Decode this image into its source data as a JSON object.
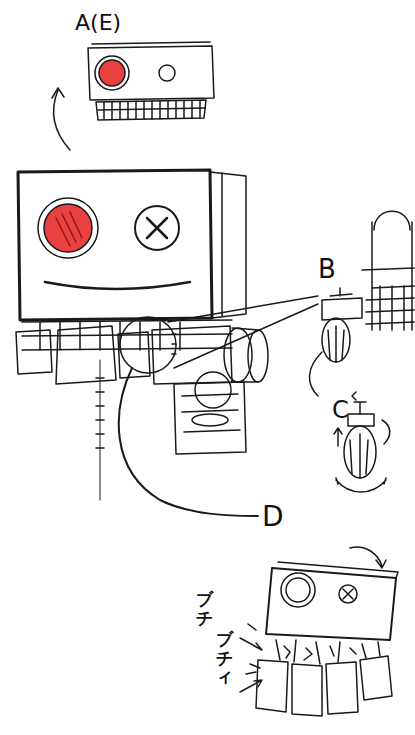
{
  "diagram": {
    "labels": [
      "A(E)",
      "B",
      "C",
      "D",
      "ブチ",
      "ブチィ"
    ]
  }
}
